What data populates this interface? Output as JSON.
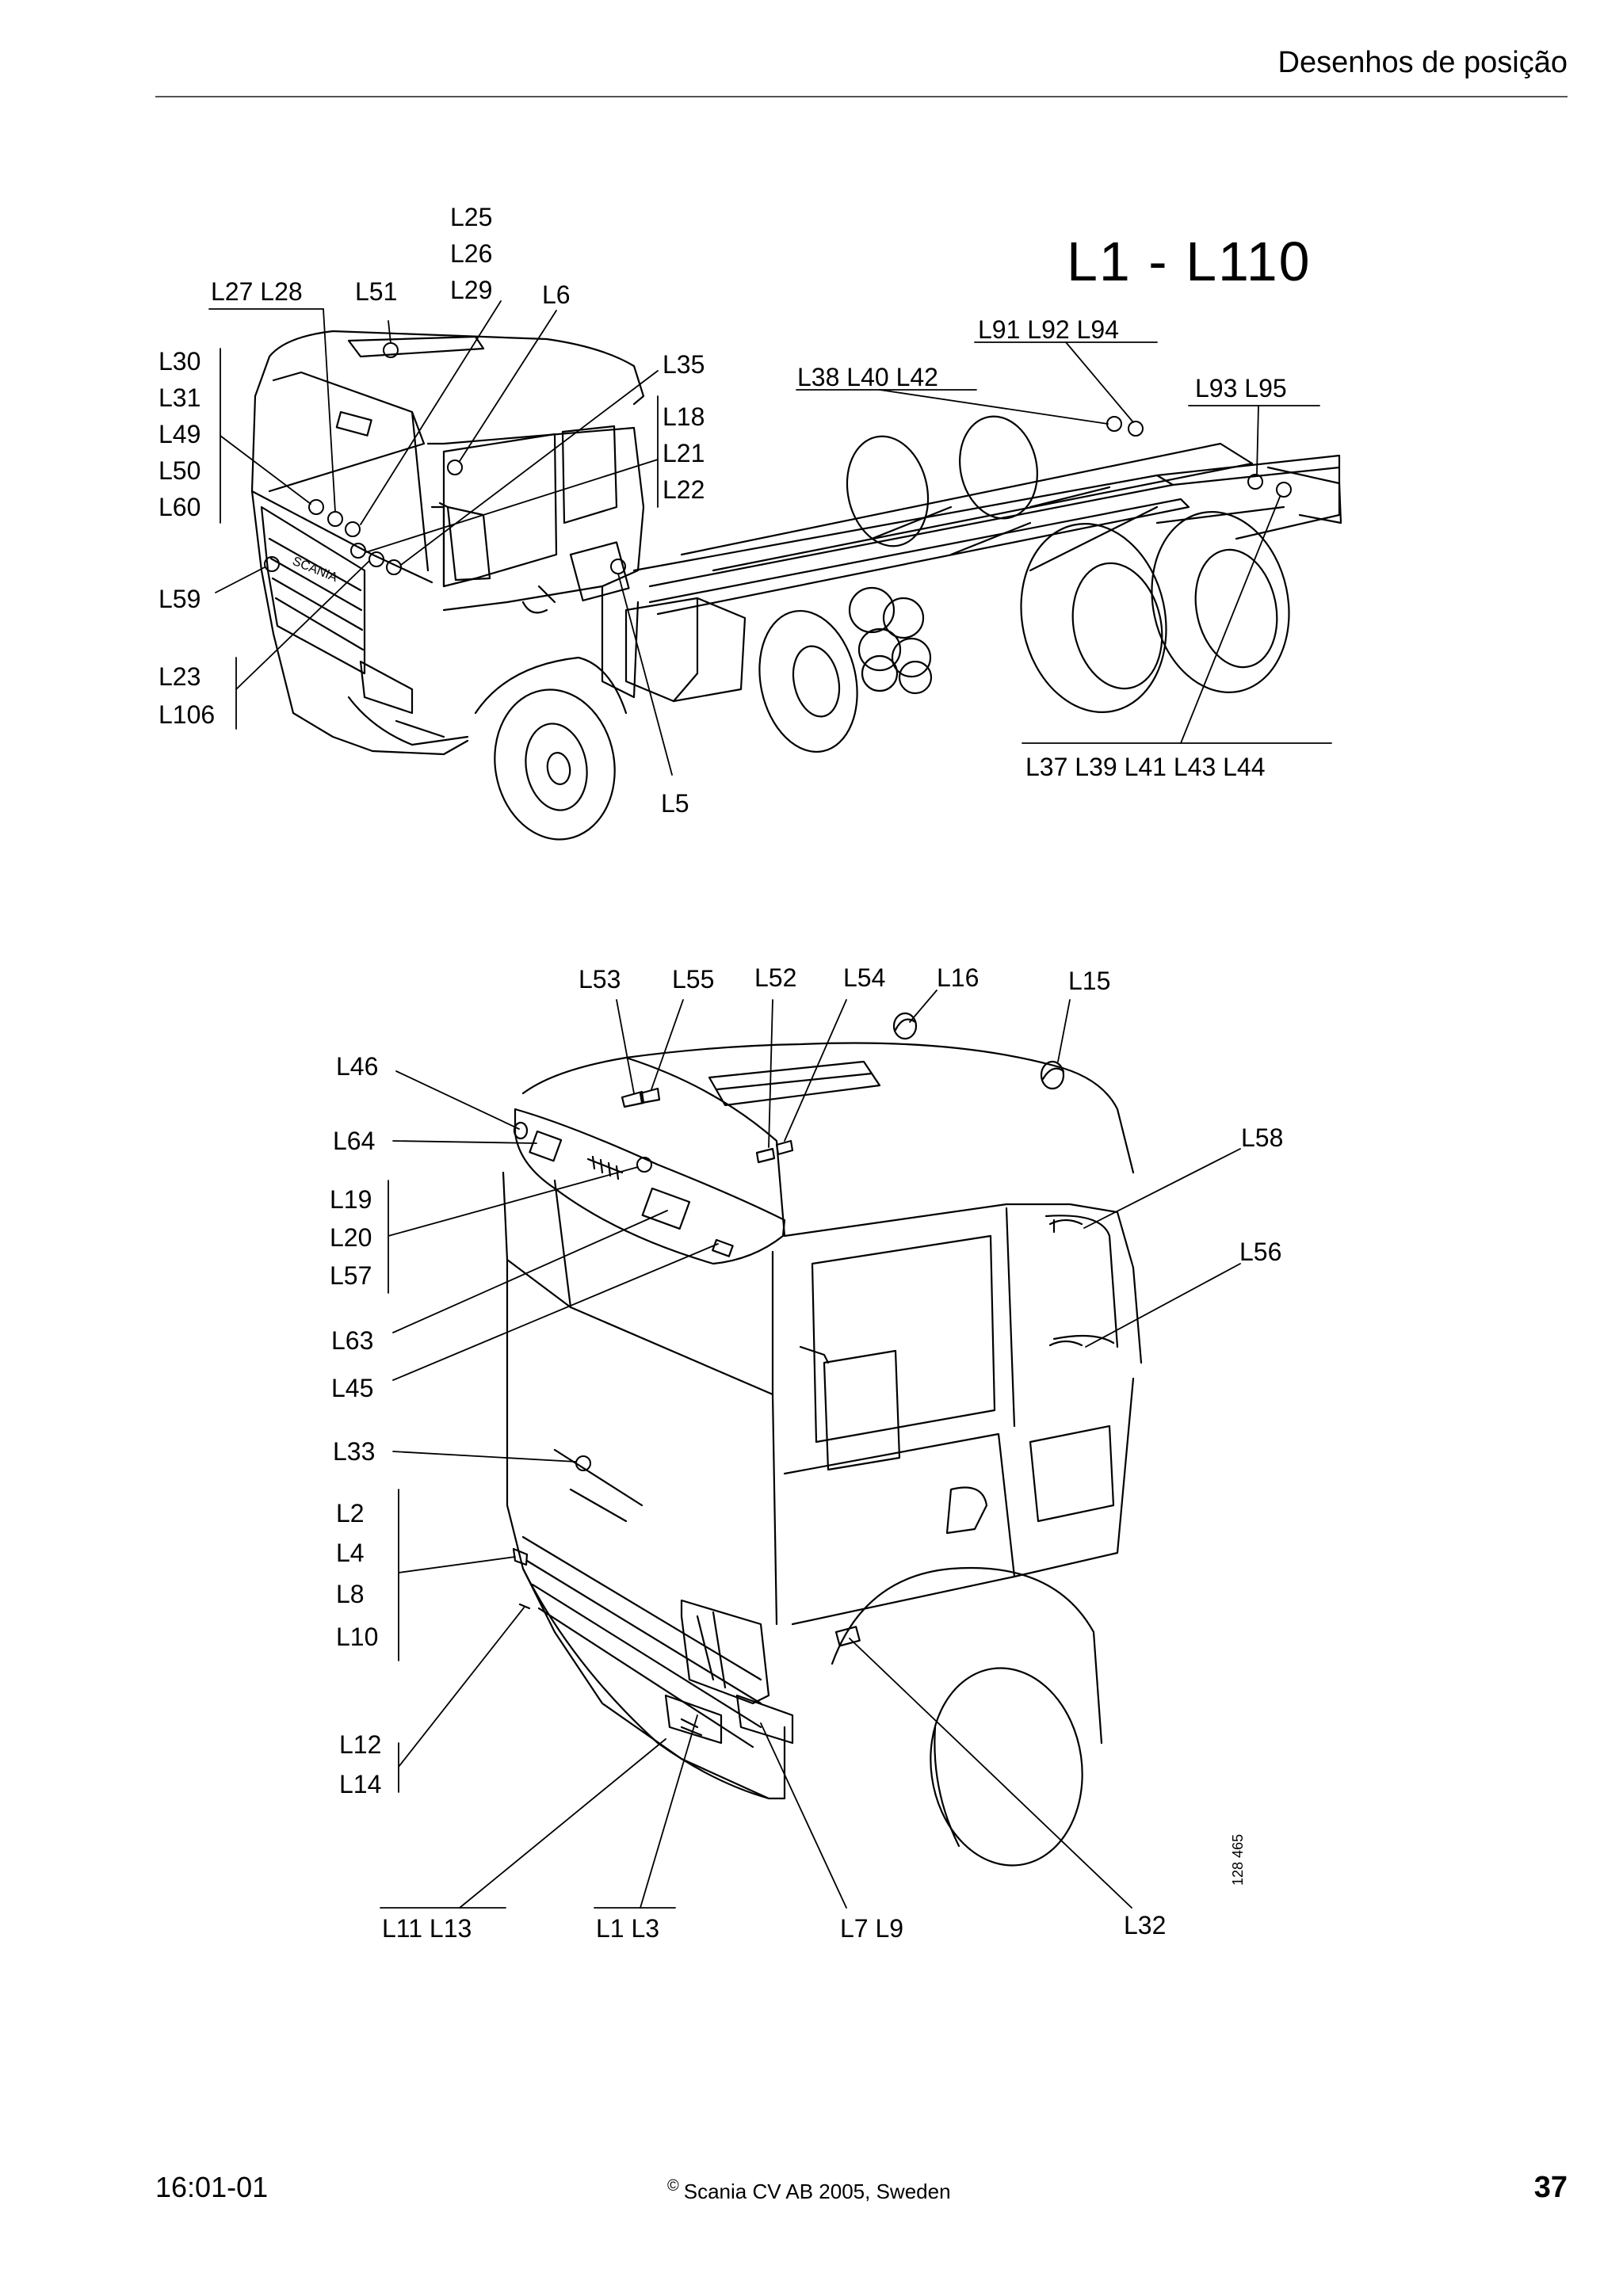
{
  "header": {
    "title": "Desenhos de posição"
  },
  "diagram": {
    "title": "L1 - L110",
    "image_code": "128 465",
    "top_labels": {
      "l25": "L25",
      "l26": "L26",
      "l29": "L29",
      "l27_l28": "L27 L28",
      "l51": "L51",
      "l6": "L6",
      "l30": "L30",
      "l31": "L31",
      "l49": "L49",
      "l50": "L50",
      "l60": "L60",
      "l59": "L59",
      "l23": "L23",
      "l106": "L106",
      "l35": "L35",
      "l18": "L18",
      "l21": "L21",
      "l22": "L22",
      "l91_l92_l94": "L91 L92 L94",
      "l38_l40_l42": "L38 L40 L42",
      "l93_l95": "L93 L95",
      "l37_group": "L37 L39 L41 L43 L44",
      "l5": "L5"
    },
    "bottom_labels": {
      "l53": "L53",
      "l55": "L55",
      "l52": "L52",
      "l54": "L54",
      "l16": "L16",
      "l15": "L15",
      "l46": "L46",
      "l64": "L64",
      "l19": "L19",
      "l20": "L20",
      "l57": "L57",
      "l63": "L63",
      "l45": "L45",
      "l33": "L33",
      "l2": "L2",
      "l4": "L4",
      "l8": "L8",
      "l10": "L10",
      "l12": "L12",
      "l14": "L14",
      "l58": "L58",
      "l56": "L56",
      "l11_l13": "L11 L13",
      "l1_l3": "L1 L3",
      "l7_l9": "L7 L9",
      "l32": "L32"
    }
  },
  "footer": {
    "doc_code": "16:01-01",
    "copyright_symbol": "©",
    "copyright_text": "Scania CV AB 2005, Sweden",
    "page_number": "37"
  }
}
